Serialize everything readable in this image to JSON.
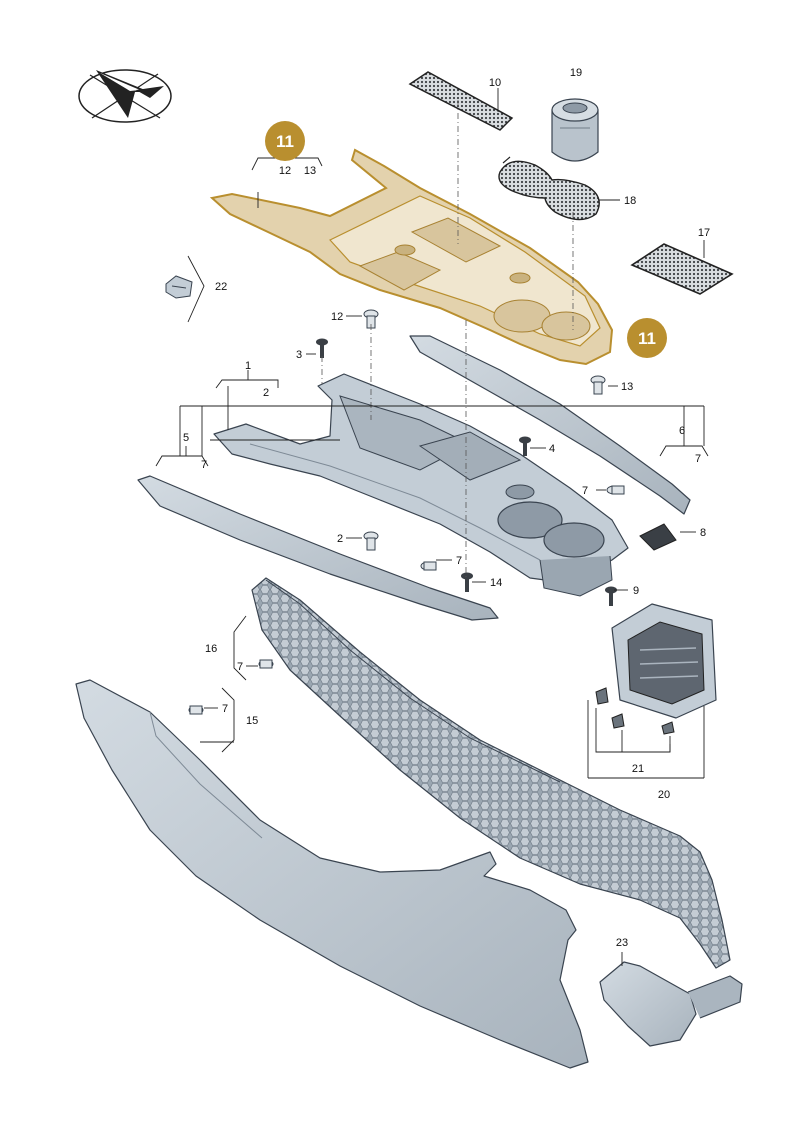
{
  "diagram": {
    "highlighted_part": "11",
    "labels": {
      "p1": "1",
      "p2a": "2",
      "p2b": "2",
      "p3": "3",
      "p4": "4",
      "p5": "5",
      "p6": "6",
      "p7a": "7",
      "p7b": "7",
      "p7c": "7",
      "p7d": "7",
      "p7e": "7",
      "p7f": "7",
      "p8": "8",
      "p9": "9",
      "p10": "10",
      "p12a": "12",
      "p12b": "12",
      "p13a": "13",
      "p13b": "13",
      "p14": "14",
      "p15": "15",
      "p16": "16",
      "p17": "17",
      "p18": "18",
      "p19": "19",
      "p20": "20",
      "p21": "21",
      "p22": "22",
      "p23": "23"
    },
    "colors": {
      "highlight": "#b98f2f",
      "highlight_fill": "#e3d2ad",
      "part_fill": "#c3cdd6",
      "part_dark": "#8e9aa6",
      "mesh": "#3c3f43"
    }
  }
}
